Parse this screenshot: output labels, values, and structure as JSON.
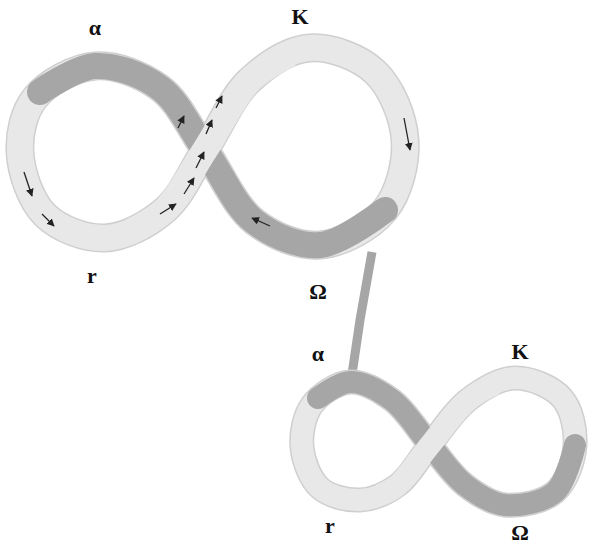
{
  "diagram": {
    "labels": [
      "α",
      "K",
      "r",
      "Ω",
      "α",
      "K",
      "r",
      "Ω"
    ]
  }
}
